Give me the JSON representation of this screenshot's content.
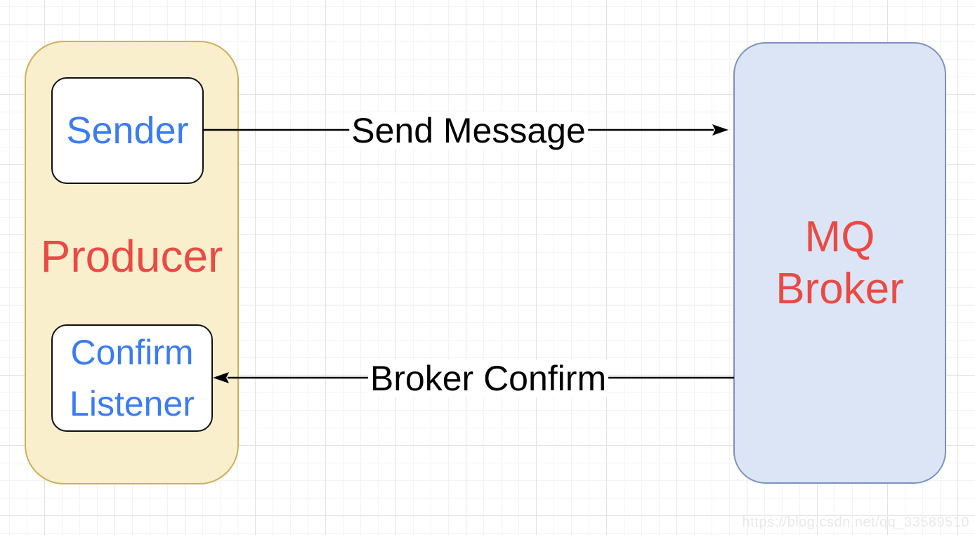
{
  "diagram": {
    "producer": {
      "label": "Producer",
      "fill": "#f9efcd",
      "border_color": "#d1ae5a",
      "label_color": "#e94b44"
    },
    "sender": {
      "label": "Sender",
      "text_color": "#3b7cf0"
    },
    "confirm_listener": {
      "label": "Confirm\nListener",
      "text_color": "#3b7cf0"
    },
    "mq_broker": {
      "label": "MQ\nBroker",
      "fill": "#dbe5f5",
      "border_color": "#7d91c1",
      "label_color": "#e94b44"
    },
    "arrows": {
      "send_message": {
        "label": "Send Message",
        "from": "Sender",
        "to": "MQ Broker",
        "direction": "right"
      },
      "broker_confirm": {
        "label": "Broker Confirm",
        "from": "MQ Broker",
        "to": "Confirm Listener",
        "direction": "left"
      }
    },
    "watermark": "https://blog.csdn.net/qq_33589510",
    "colors": {
      "arrow": "#000000",
      "grid_major": "#e3e3e3",
      "grid_minor": "#f3f3f3"
    }
  }
}
